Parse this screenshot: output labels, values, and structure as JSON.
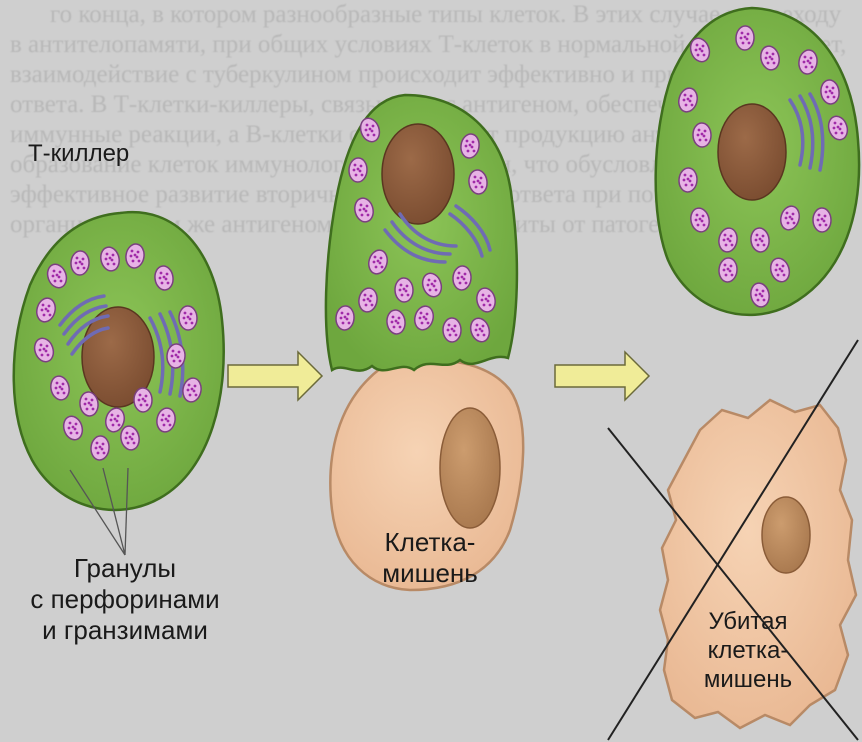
{
  "labels": {
    "t_killer": "Т-киллер",
    "granules_line1": "Гранулы",
    "granules_line2": "с перфоринами",
    "granules_line3": "и гранзимами",
    "target_line1": "Клетка-",
    "target_line2": "мишень",
    "killed_line1": "Убитая",
    "killed_line2": "клетка-",
    "killed_line3": "мишень"
  },
  "background_text": "го конца, в котором разнообразные типы клеток. В этих случае к переходу в антителопамяти, при общих условиях Т-клеток в нормальной реакции ответ, взаимодействие с туберкулином происходит эффективно и при развитии ответа. В Т-клетки-киллеры, связываясь с антигеном, обеспечивают иммунные реакции, а В-клетки обеспечивают продукцию антител и образование клеток иммунологической памяти, что обусловливает быстрое и эффективное развитие вторичного иммунного ответа при повторном контакте организма с тем же антигеном и клеточной защиты от патогенов.",
  "colors": {
    "killer_cell": "#7bb54a",
    "killer_outline": "#3f6e1e",
    "nucleus_killer": "#8a5a3c",
    "target_cell": "#f0c6a2",
    "target_outline": "#b88a66",
    "nucleus_target": "#bb8a5e",
    "granule": "#e7b3e5",
    "granule_dot": "#a02aa8",
    "golgi": "#6f6bb4",
    "arrow": "#f0ec98"
  }
}
